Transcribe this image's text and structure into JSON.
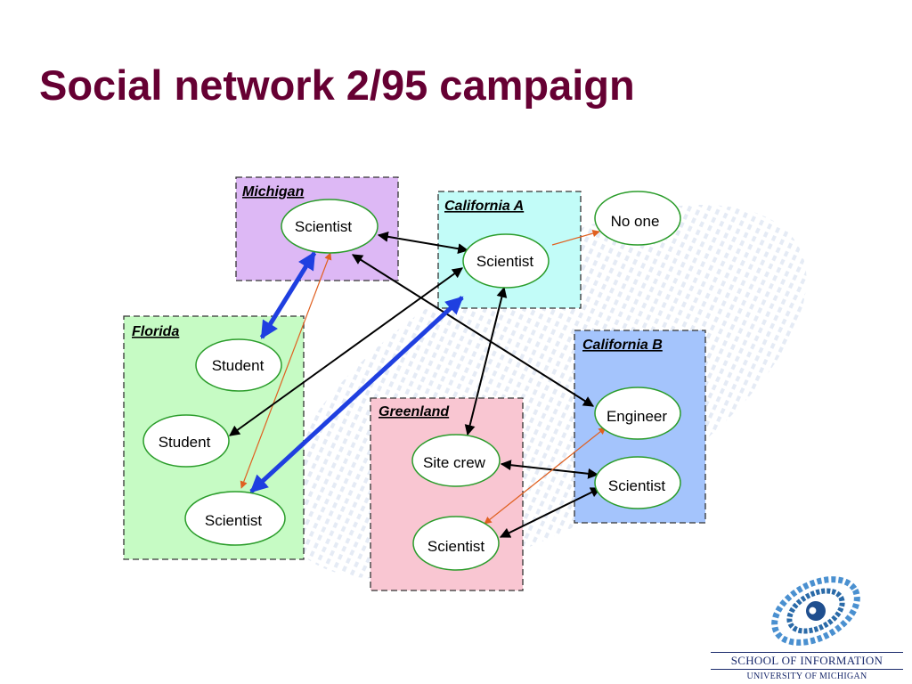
{
  "title": "Social network 2/95 campaign",
  "groups": {
    "michigan": "Michigan",
    "california_a": "California A",
    "florida": "Florida",
    "california_b": "California B",
    "greenland": "Greenland"
  },
  "nodes": {
    "michigan_scientist": "Scientist",
    "california_a_scientist": "Scientist",
    "no_one": "No one",
    "florida_student_1": "Student",
    "florida_student_2": "Student",
    "florida_scientist": "Scientist",
    "engineer": "Engineer",
    "california_b_scientist": "Scientist",
    "site_crew": "Site crew",
    "greenland_scientist": "Scientist"
  },
  "footer": {
    "school": "SCHOOL OF INFORMATION",
    "university": "UNIVERSITY OF MICHIGAN"
  },
  "colors": {
    "title": "#660033",
    "michigan_fill": "#ddb8f5",
    "california_a_fill": "#c2fcf8",
    "florida_fill": "#c6fbc4",
    "california_b_fill": "#a4c4fc",
    "greenland_fill": "#f9c6d2",
    "node_border": "#2a9c2a",
    "strong_link": "#1f3fe0",
    "weak_link": "#e06020",
    "normal_link": "#000000"
  }
}
